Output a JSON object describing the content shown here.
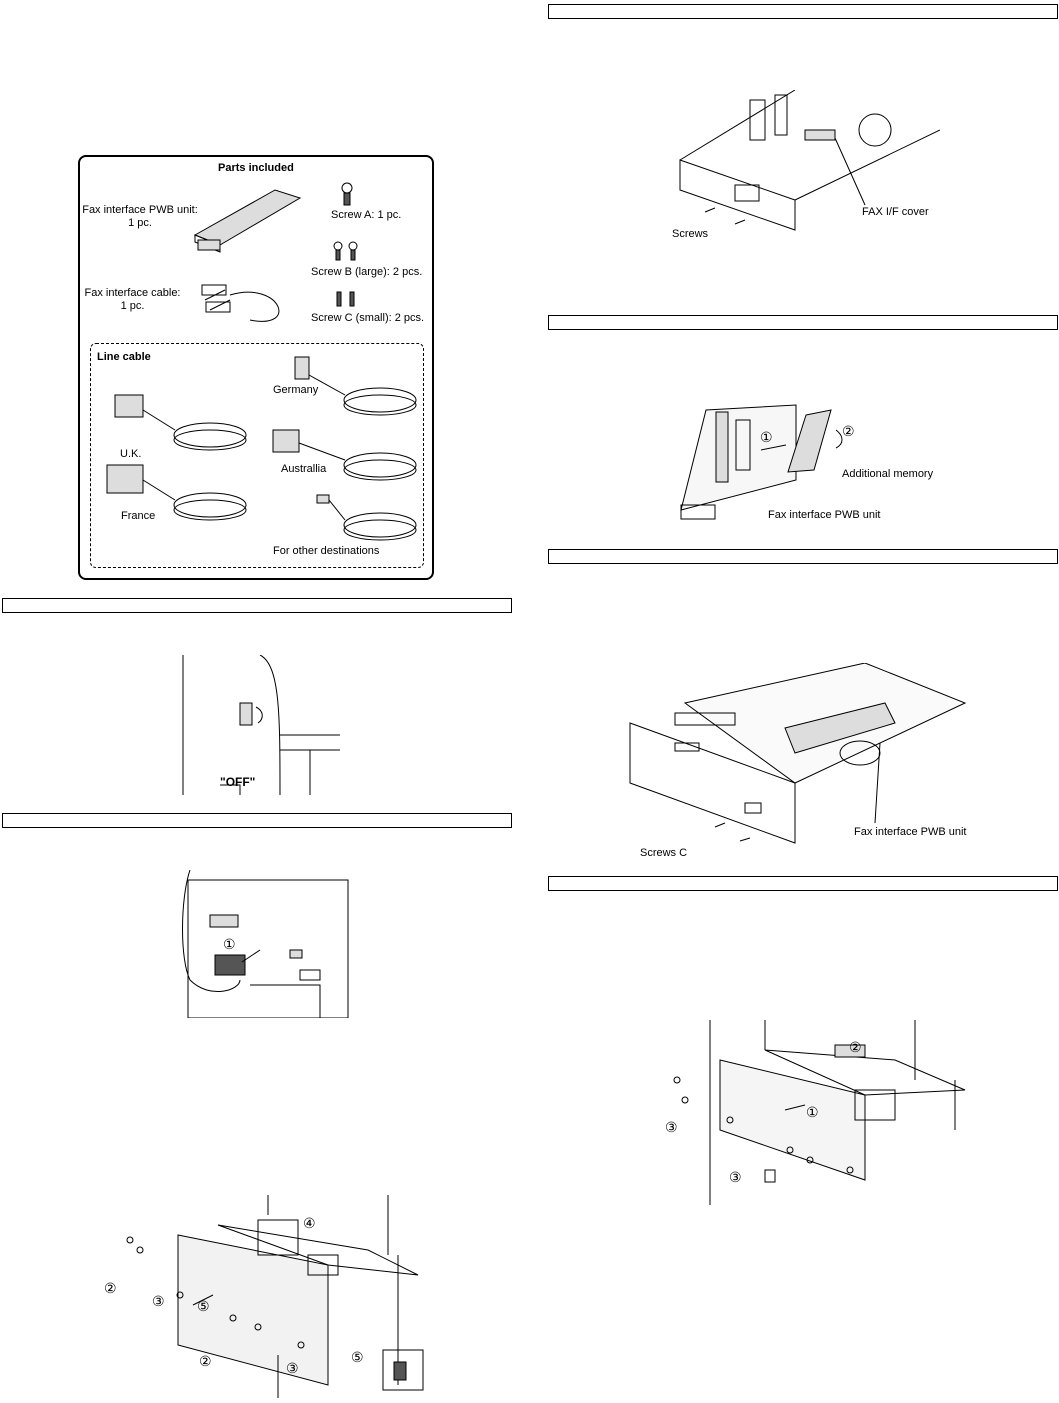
{
  "parts_box": {
    "title": "Parts included",
    "items": [
      {
        "label": "Fax interface PWB unit:",
        "qty": "1 pc."
      },
      {
        "label": "Fax interface cable:",
        "qty": "1 pc."
      },
      {
        "label": "Screw A: 1 pc."
      },
      {
        "label": "Screw B (large): 2 pcs."
      },
      {
        "label": "Screw C (small): 2 pcs."
      }
    ],
    "line_cable": {
      "title": "Line cable",
      "destinations": [
        "Germany",
        "U.K.",
        "Australlia",
        "France",
        "For other destinations"
      ]
    }
  },
  "figures": {
    "power_switch": {
      "label": "\"OFF\""
    },
    "cable_removal": {
      "step": "①"
    },
    "board_removal": {
      "steps": [
        "④",
        "②",
        "③",
        "⑤",
        "②",
        "③",
        "⑤"
      ]
    },
    "fax_cover": {
      "cover_label": "FAX I/F cover",
      "screws_label": "Screws"
    },
    "memory": {
      "memory_label": "Additional memory",
      "pwb_label": "Fax interface PWB unit",
      "steps": [
        "①",
        "②"
      ]
    },
    "pwb_install": {
      "pwb_label": "Fax interface PWB unit",
      "screws_label": "Screws C"
    },
    "board_install": {
      "steps": [
        "②",
        "①",
        "③",
        "③"
      ]
    }
  }
}
